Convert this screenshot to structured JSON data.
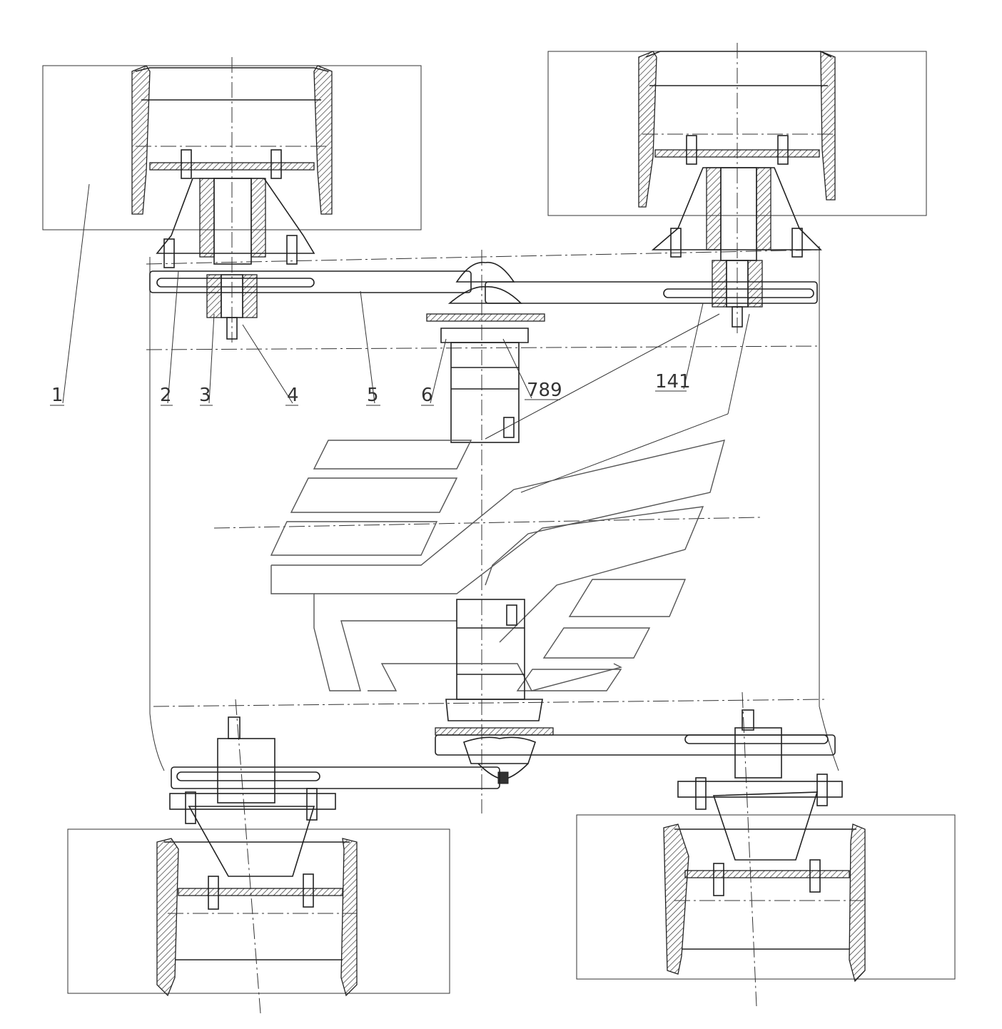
{
  "callouts": {
    "c1": "1",
    "c2": "2",
    "c3": "3",
    "c4": "4",
    "c5": "5",
    "c6": "6",
    "c789": "789",
    "c141": "141"
  }
}
